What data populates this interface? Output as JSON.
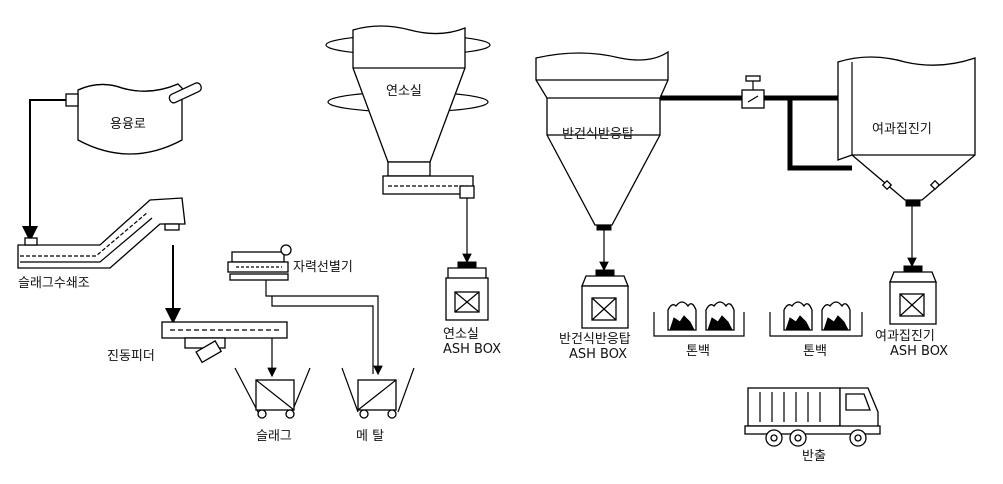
{
  "labels": {
    "melting_furnace": "용융로",
    "slag_water_tank": "슬래그수쇄조",
    "vibrating_feeder": "진동피더",
    "magnetic_separator": "자력선별기",
    "slag": "슬래그",
    "metal": "메  탈",
    "combustion_chamber": "연소실",
    "combustion_ash_box_1": "연소실",
    "combustion_ash_box_2": "ASH BOX",
    "dry_reactor": "반건식반응탑",
    "dry_reactor_ash_box_1": "반건식반응탑",
    "dry_reactor_ash_box_2": "ASH BOX",
    "ton_bag_1": "톤백",
    "ton_bag_2": "톤백",
    "bag_filter": "여과집진기",
    "bag_filter_ash_box_1": "여과집진기",
    "bag_filter_ash_box_2": "ASH BOX",
    "carry_out": "반출"
  }
}
